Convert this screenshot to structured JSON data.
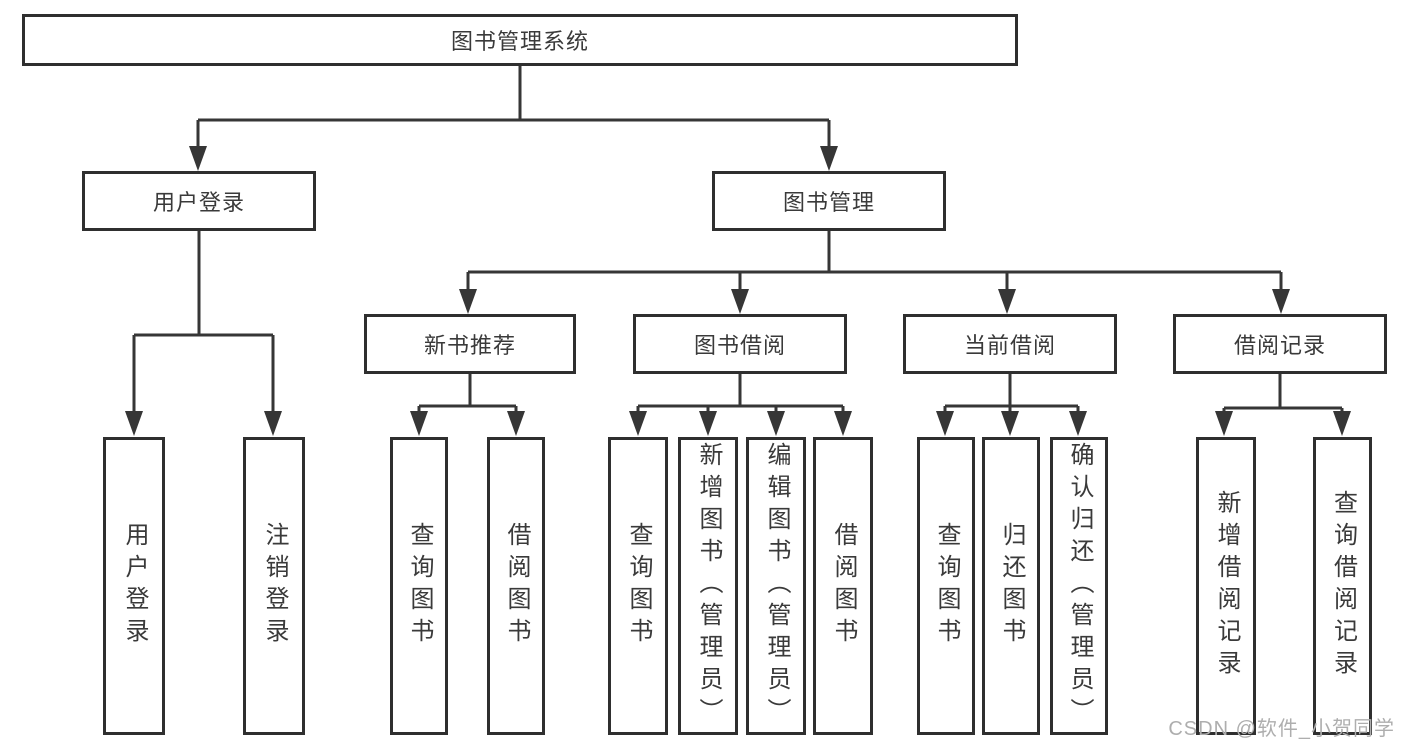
{
  "diagram": {
    "title": "图书管理系统",
    "root": "图书管理系统",
    "level2": [
      "用户登录",
      "图书管理"
    ],
    "level3": [
      "新书推荐",
      "图书借阅",
      "当前借阅",
      "借阅记录"
    ],
    "leaves_user_login": [
      "用户登录",
      "注销登录"
    ],
    "leaves_new_book": [
      "查询图书",
      "借阅图书"
    ],
    "leaves_book_borrow": [
      "查询图书",
      "新增图书（管理员）",
      "编辑图书（管理员）",
      "借阅图书"
    ],
    "leaves_current_borrow": [
      "查询图书",
      "归还图书",
      "确认归还（管理员）"
    ],
    "leaves_borrow_record": [
      "新增借阅记录",
      "查询借阅记录"
    ]
  },
  "watermark": "CSDN @软件_小贺同学",
  "colors": {
    "line": "#363636",
    "border": "#2f2f2f",
    "text": "#3a3a3a",
    "watermark": "#aeaeae",
    "background": "#ffffff"
  }
}
